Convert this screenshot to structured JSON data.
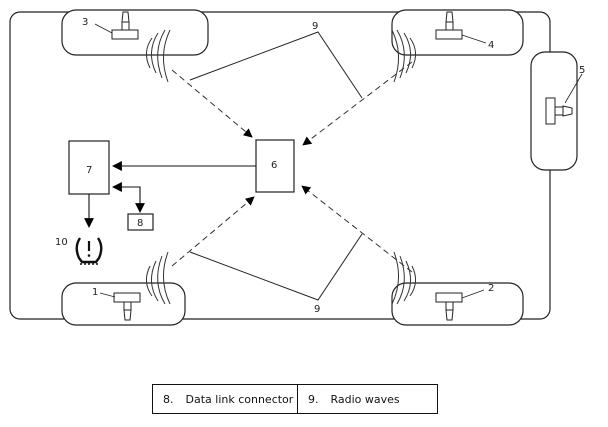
{
  "callouts": {
    "c1": "1",
    "c2": "2",
    "c3": "3",
    "c4": "4",
    "c5": "5",
    "c6": "6",
    "c7": "7",
    "c8": "8",
    "c9_top": "9",
    "c9_bottom": "9",
    "c10": "10"
  },
  "legend": [
    {
      "number": "8.",
      "label": "Data link connector"
    },
    {
      "number": "9.",
      "label": "Radio waves"
    }
  ]
}
